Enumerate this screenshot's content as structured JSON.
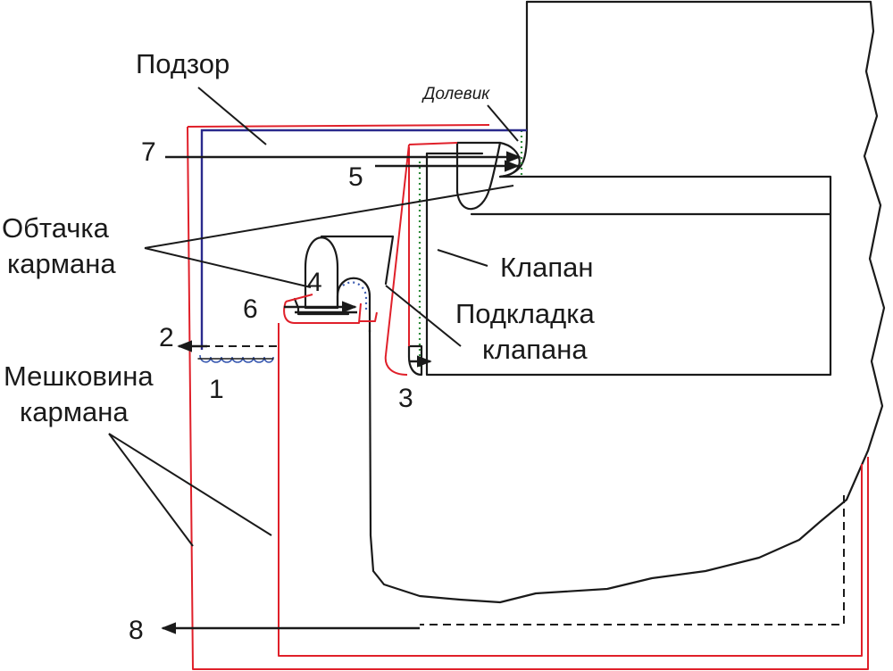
{
  "labels": {
    "podzor": "Подзор",
    "dolevik": "Долевик",
    "obtachka_line1": "Обтачка",
    "obtachka_line2": "кармана",
    "klapan": "Клапан",
    "podkladka_line1": "Подкладка",
    "podkladka_line2": "клапана",
    "meshkovina_line1": "Мешковина",
    "meshkovina_line2": "кармана"
  },
  "numbers": {
    "n1": "1",
    "n2": "2",
    "n3": "3",
    "n4": "4",
    "n5": "5",
    "n6": "6",
    "n7": "7",
    "n8": "8"
  },
  "colors": {
    "outline": "#1a1a1a",
    "pocket_bag": "#e0202a",
    "facing": "#2a2a8c",
    "lining_stitch": "#2e8b3a"
  }
}
